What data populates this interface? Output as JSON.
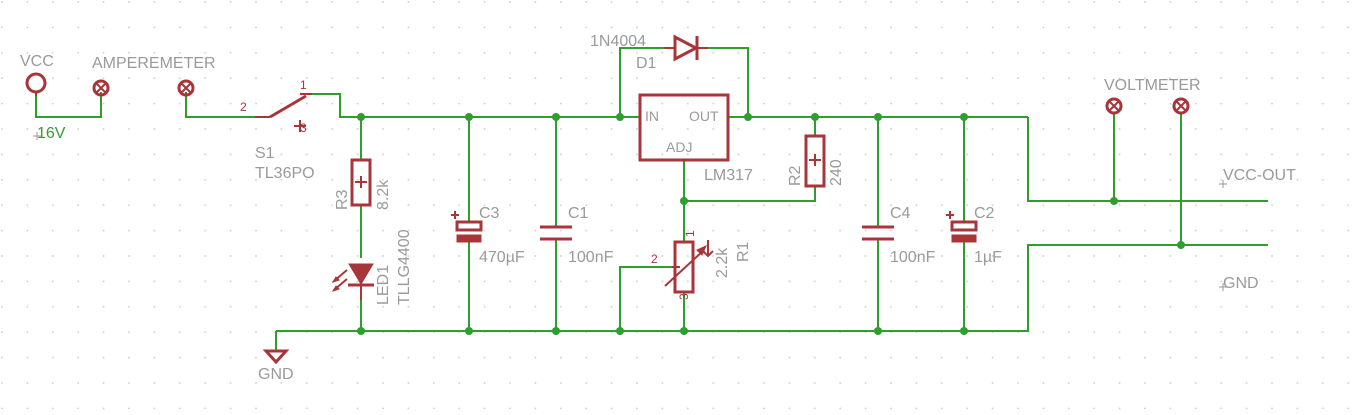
{
  "colors": {
    "background": "#ffffff",
    "grid_dot": "#c9c9c9",
    "wire": "#2e9e2e",
    "part": "#a8353a",
    "label": "#9a9a9a",
    "value_label": "#3a9a3a"
  },
  "labels": {
    "vcc": "VCC",
    "vcc_value": "16V",
    "amperemeter": "AMPEREMETER",
    "s1_name": "S1",
    "s1_value": "TL36PO",
    "s1_pin1": "1",
    "s1_pin2": "2",
    "s1_pin3": "3",
    "r3_name": "R3",
    "r3_value": "8.2k",
    "led1_name": "LED1",
    "led1_value": "TLLG4400",
    "c3_name": "C3",
    "c3_value": "470µF",
    "c1_name": "C1",
    "c1_value": "100nF",
    "d1_value": "1N4004",
    "d1_name": "D1",
    "u_in": "IN",
    "u_out": "OUT",
    "u_adj": "ADJ",
    "u_name": "LM317",
    "r1_name": "R1",
    "r1_value": "2.2k",
    "r1_pin1": "1",
    "r1_pin2": "2",
    "r1_pin3": "3",
    "r2_name": "R2",
    "r2_value": "240",
    "c4_name": "C4",
    "c4_value": "100nF",
    "c2_name": "C2",
    "c2_value": "1µF",
    "voltmeter": "VOLTMETER",
    "vcc_out": "VCC-OUT",
    "gnd_right": "GND",
    "gnd_bottom": "GND"
  }
}
